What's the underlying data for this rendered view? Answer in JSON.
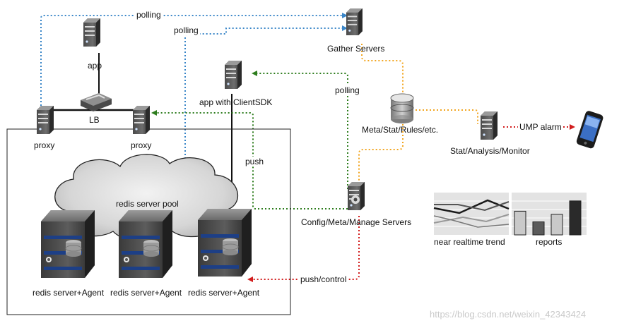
{
  "nodes": {
    "app": "app",
    "lb": "LB",
    "proxy_left": "proxy",
    "proxy_right": "proxy",
    "app_sdk": "app  with  ClientSDK",
    "gather": "Gather Servers",
    "meta_db": "Meta/Stat/Rules/etc.",
    "stat": "Stat/Analysis/Monitor",
    "config": "Config/Meta/Manage Servers",
    "pool": "redis server pool",
    "redis1": "redis server+Agent",
    "redis2": "redis server+Agent",
    "redis3": "redis server+Agent"
  },
  "edges": {
    "polling_top": "polling",
    "polling_pool": "polling",
    "polling_config": "polling",
    "push": "push",
    "push_control": "push/control",
    "ump_alarm": "UMP  alarm"
  },
  "panels": {
    "trend": "near realtime trend",
    "reports": "reports",
    "report_bars": [
      0.6,
      0.33,
      0.52,
      0.86
    ]
  },
  "watermark": "https://blog.csdn.net/weixin_42343424",
  "colors": {
    "polling_blue": "#3a86c8",
    "push_green": "#2e7d1e",
    "gather_orange": "#f2a51f",
    "alarm_red": "#d21d1d"
  },
  "icons": [
    "server-icon",
    "switch-icon",
    "database-icon",
    "phone-icon",
    "cloud-icon"
  ]
}
